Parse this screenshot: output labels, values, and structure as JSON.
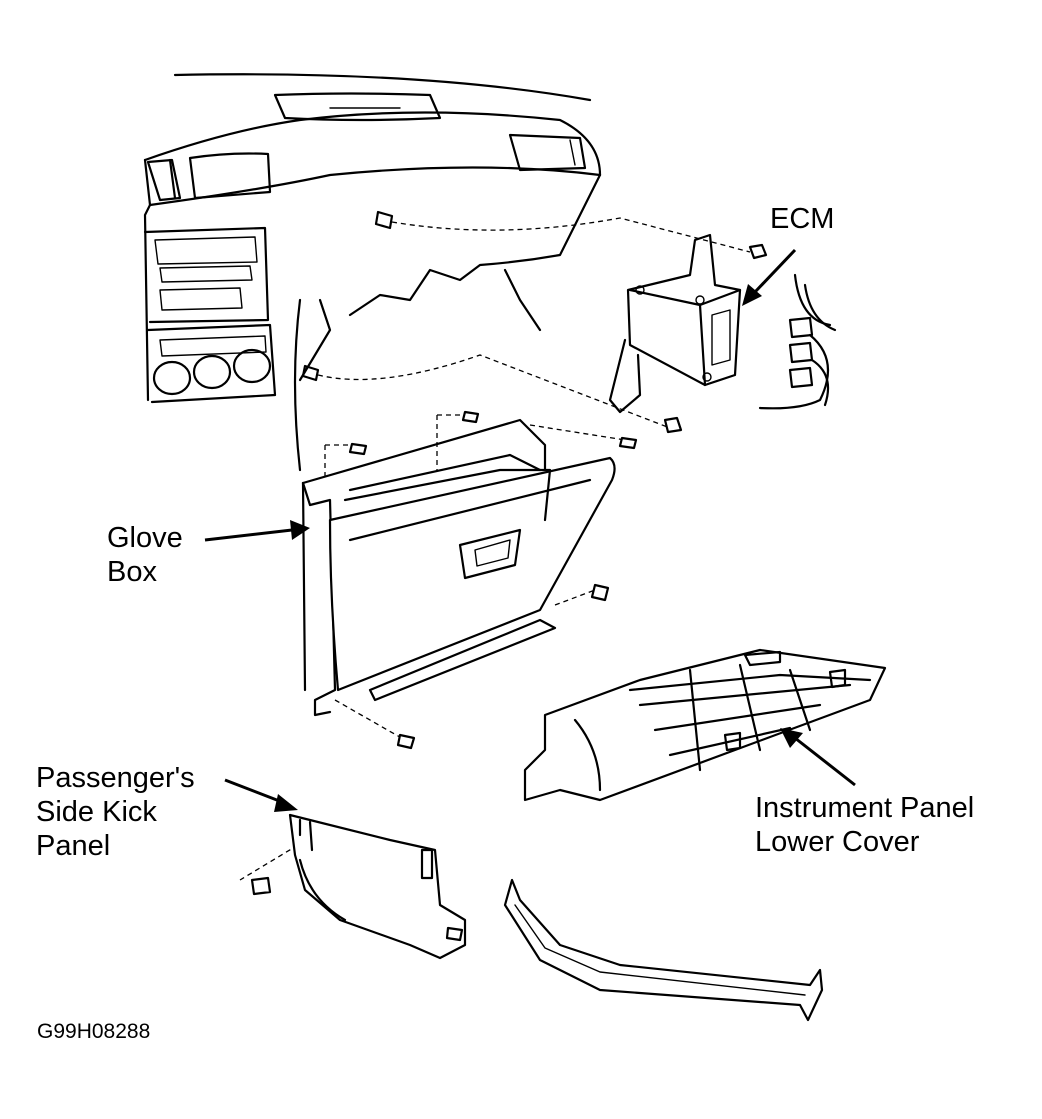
{
  "labels": {
    "ecm": "ECM",
    "glove_box_line1": "Glove",
    "glove_box_line2": "Box",
    "kick_panel_line1": "Passenger's",
    "kick_panel_line2": "Side Kick",
    "kick_panel_line3": "Panel",
    "lower_cover_line1": "Instrument Panel",
    "lower_cover_line2": "Lower Cover"
  },
  "figure_code": "G99H08288"
}
